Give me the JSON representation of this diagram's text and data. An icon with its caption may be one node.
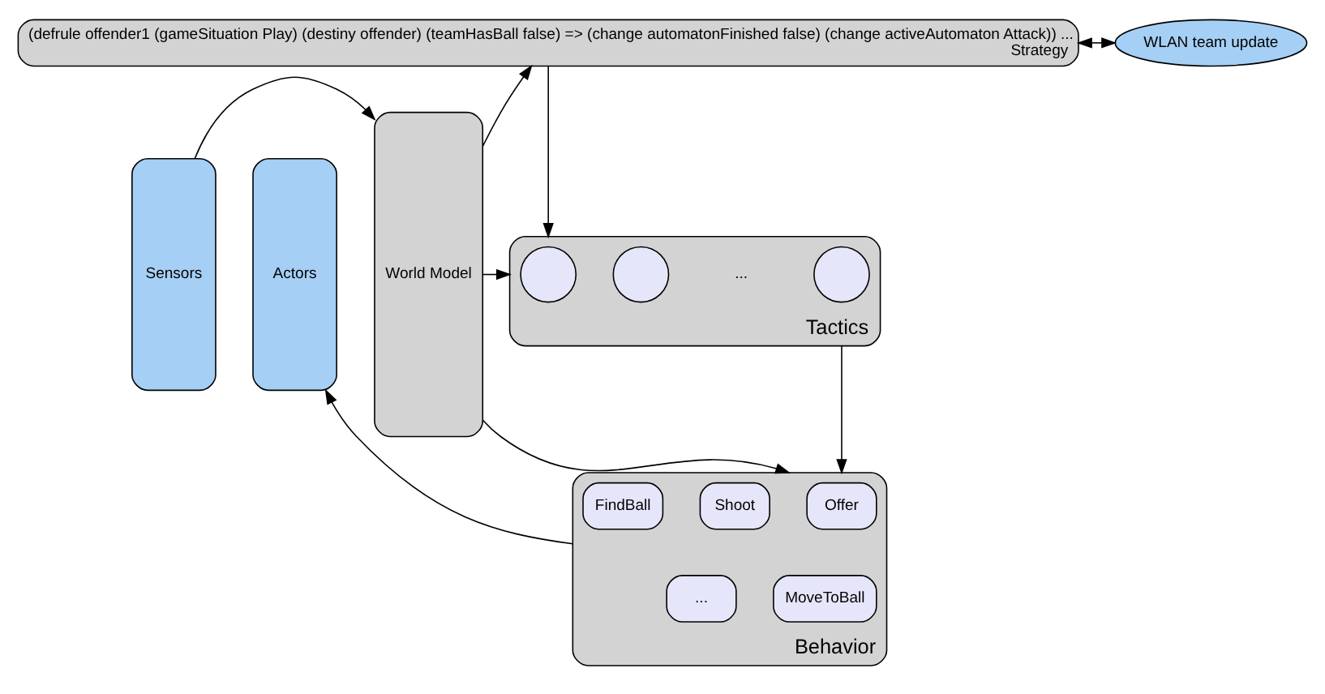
{
  "diagram": {
    "nodes": [
      {
        "text": [
          "Sensors"
        ]
      },
      {
        "text": [
          "World Model"
        ]
      },
      {
        "text": [
          "(defrule offender1 (gameSituation Play) (destiny offender) (teamHasBall false) => (change automatonFinished false) (change activeAutomaton Attack)) ...",
          "Strategy"
        ]
      },
      {
        "text": [
          "Tactics"
        ]
      },
      {
        "text": [],
        "shape": "circle",
        "in": 3
      },
      {
        "text": [],
        "shape": "circle",
        "in": 3
      },
      {
        "text": [],
        "shape": "circle",
        "in": 3
      },
      {
        "text": [
          "Behavior"
        ]
      },
      {
        "text": [
          "Offer"
        ],
        "in": 7
      },
      {
        "text": [
          "Shoot"
        ],
        "in": 7
      },
      {
        "text": [
          "FindBall"
        ],
        "in": 7
      },
      {
        "text": [
          "..."
        ],
        "in": 7
      },
      {
        "text": [
          "MoveToBall"
        ],
        "in": 7
      },
      {
        "text": [
          "Actors"
        ]
      },
      {
        "text": [
          "WLAN team update"
        ]
      }
    ],
    "edges": [
      {
        "from": 0,
        "to": 1,
        "arrow": "to"
      },
      {
        "from": 1,
        "to": 2,
        "arrow": "to"
      },
      {
        "from": 1,
        "to": 3,
        "arrow": "to"
      },
      {
        "from": 1,
        "to": 7,
        "arrow": "to"
      },
      {
        "from": 2,
        "to": 3,
        "arrow": "to"
      },
      {
        "from": 3,
        "to": 7,
        "arrow": "to"
      },
      {
        "from": 7,
        "to": 13,
        "arrow": "to"
      },
      {
        "from": 2,
        "to": 14,
        "arrow": "both"
      }
    ],
    "labels": [
      "..."
    ]
  }
}
